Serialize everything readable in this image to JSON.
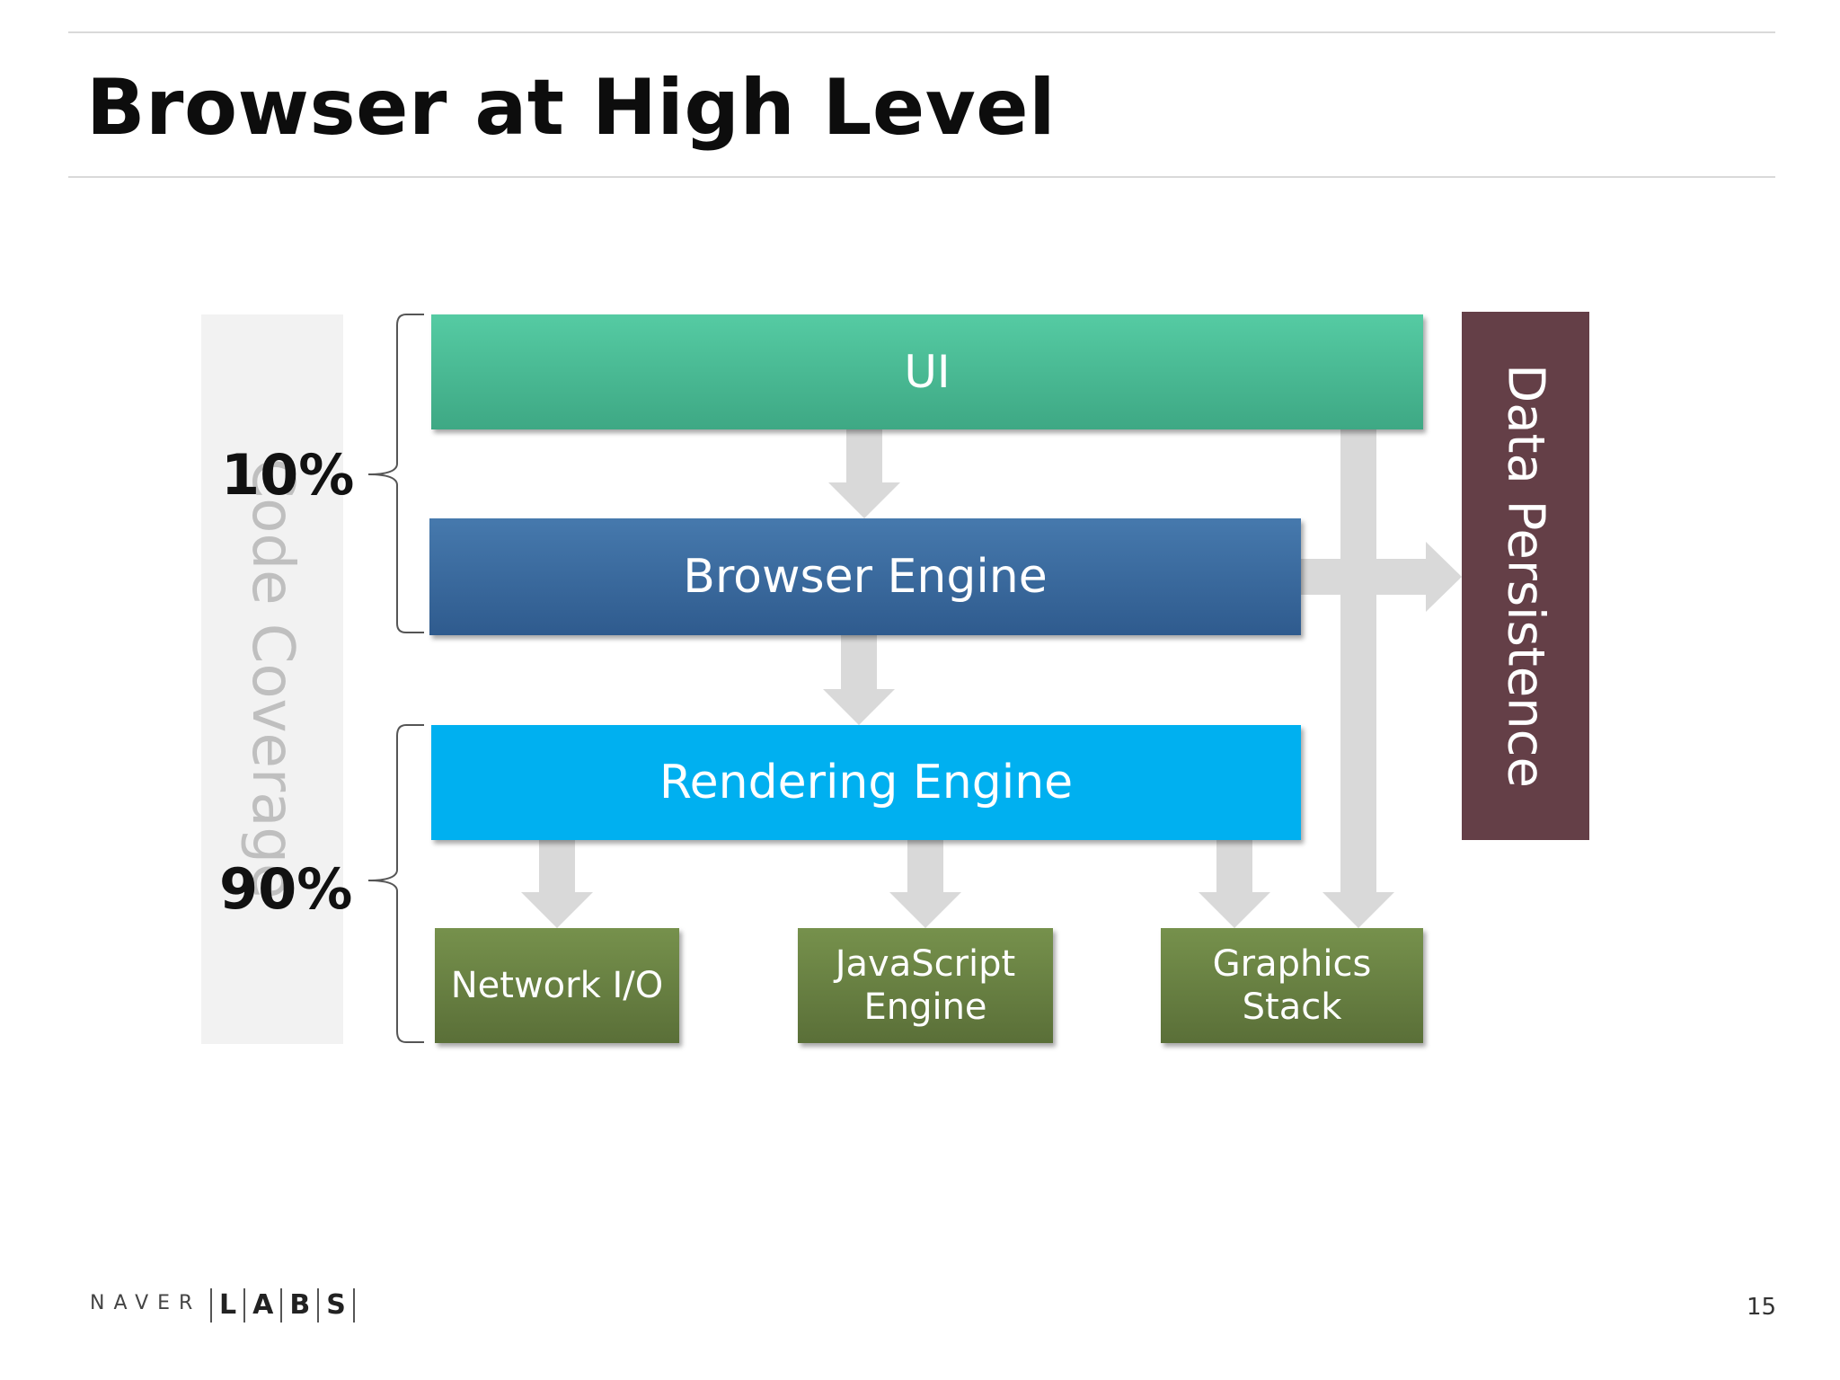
{
  "slide": {
    "title": "Browser at High Level",
    "page_number": "15"
  },
  "coverage": {
    "label": "Code Coverage",
    "top_percent": "10%",
    "bottom_percent": "90%"
  },
  "diagram": {
    "ui": "UI",
    "browser_engine": "Browser Engine",
    "rendering_engine": "Rendering Engine",
    "network_io": "Network I/O",
    "javascript_engine": "JavaScript Engine",
    "graphics_stack": "Graphics Stack",
    "data_persistence": "Data Persistence"
  },
  "footer": {
    "naver": "NAVER",
    "labs": [
      "L",
      "A",
      "B",
      "S"
    ]
  }
}
